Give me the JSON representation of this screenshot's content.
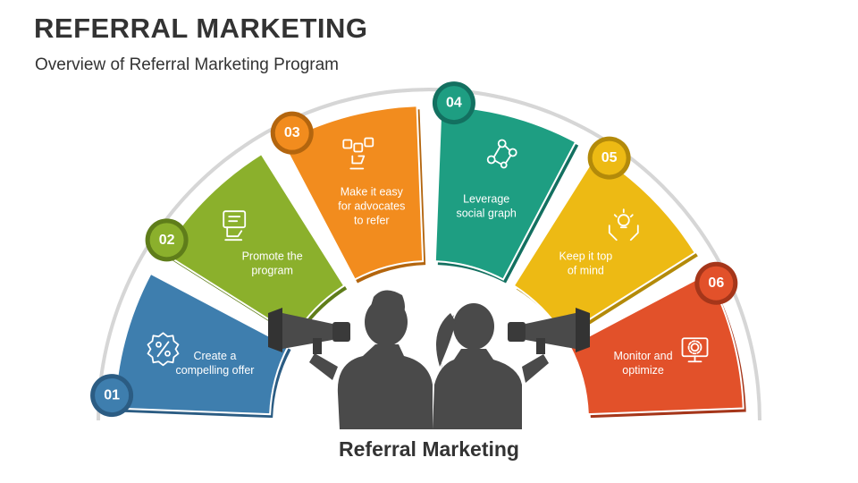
{
  "header": {
    "title": "REFERRAL MARKETING",
    "subtitle": "Overview of Referral Marketing Program"
  },
  "center_label": "Referral Marketing",
  "steps": [
    {
      "number": "01",
      "lines": [
        "Create a",
        "compelling offer"
      ],
      "color": "#3E7EAE",
      "dark": "#2B5C83",
      "icon": "percent-badge-icon"
    },
    {
      "number": "02",
      "lines": [
        "Promote the",
        "program"
      ],
      "color": "#8BB02C",
      "dark": "#5F7D1A",
      "icon": "presentation-hand-icon"
    },
    {
      "number": "03",
      "lines": [
        "Make it easy",
        "for advocates",
        "to refer"
      ],
      "color": "#F28C1E",
      "dark": "#B3650E",
      "icon": "social-share-hand-icon"
    },
    {
      "number": "04",
      "lines": [
        "Leverage",
        "social graph"
      ],
      "color": "#1E9E82",
      "dark": "#137060",
      "icon": "network-graph-icon"
    },
    {
      "number": "05",
      "lines": [
        "Keep it top",
        "of mind"
      ],
      "color": "#EDBA14",
      "dark": "#B38A0A",
      "icon": "lightbulb-hands-icon"
    },
    {
      "number": "06",
      "lines": [
        "Monitor and",
        "optimize"
      ],
      "color": "#E2512A",
      "dark": "#A5361A",
      "icon": "monitor-gear-icon"
    }
  ]
}
